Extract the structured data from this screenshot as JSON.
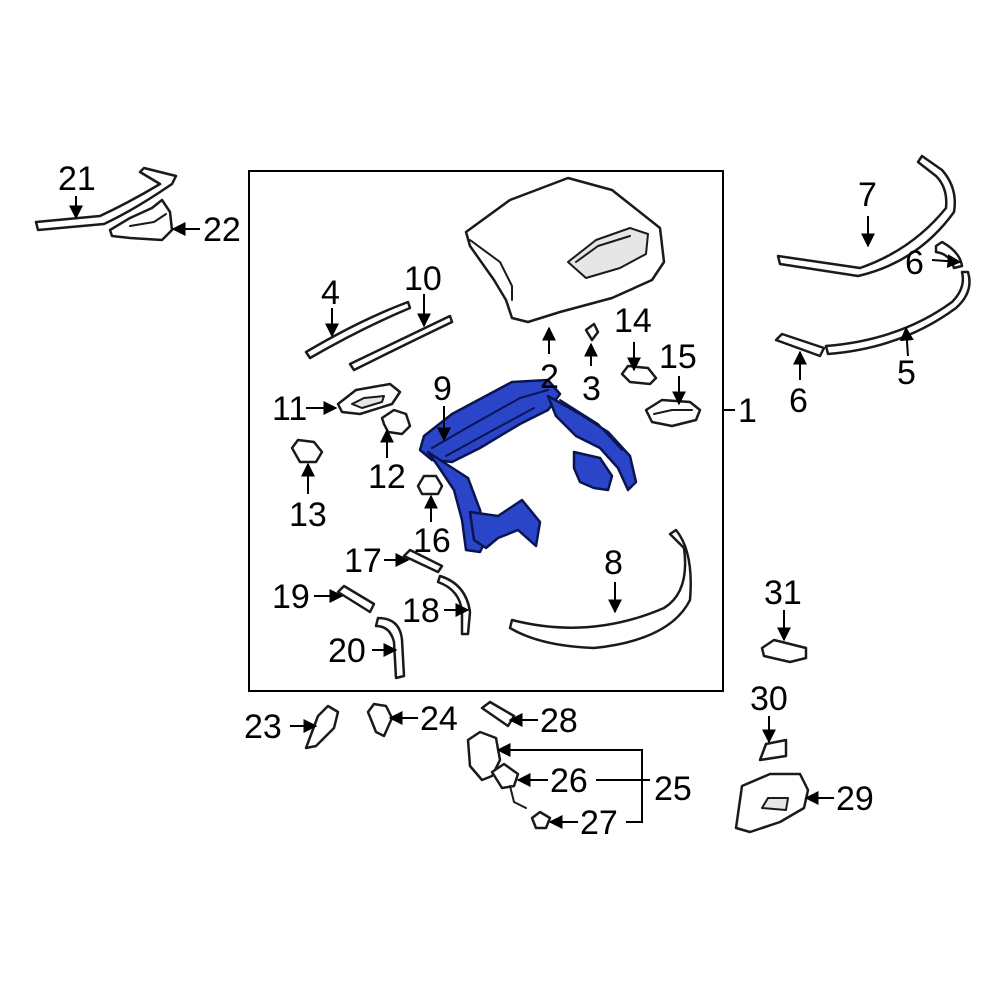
{
  "diagram": {
    "highlight_color": "#2a45c8",
    "callouts": {
      "c1": "1",
      "c2": "2",
      "c3": "3",
      "c4": "4",
      "c5": "5",
      "c6a": "6",
      "c6b": "6",
      "c7": "7",
      "c8": "8",
      "c9": "9",
      "c10": "10",
      "c11": "11",
      "c12": "12",
      "c13": "13",
      "c14": "14",
      "c15": "15",
      "c16": "16",
      "c17": "17",
      "c18": "18",
      "c19": "19",
      "c20": "20",
      "c21": "21",
      "c22": "22",
      "c23": "23",
      "c24": "24",
      "c25": "25",
      "c26": "26",
      "c27": "27",
      "c28": "28",
      "c29": "29",
      "c30": "30",
      "c31": "31"
    }
  }
}
